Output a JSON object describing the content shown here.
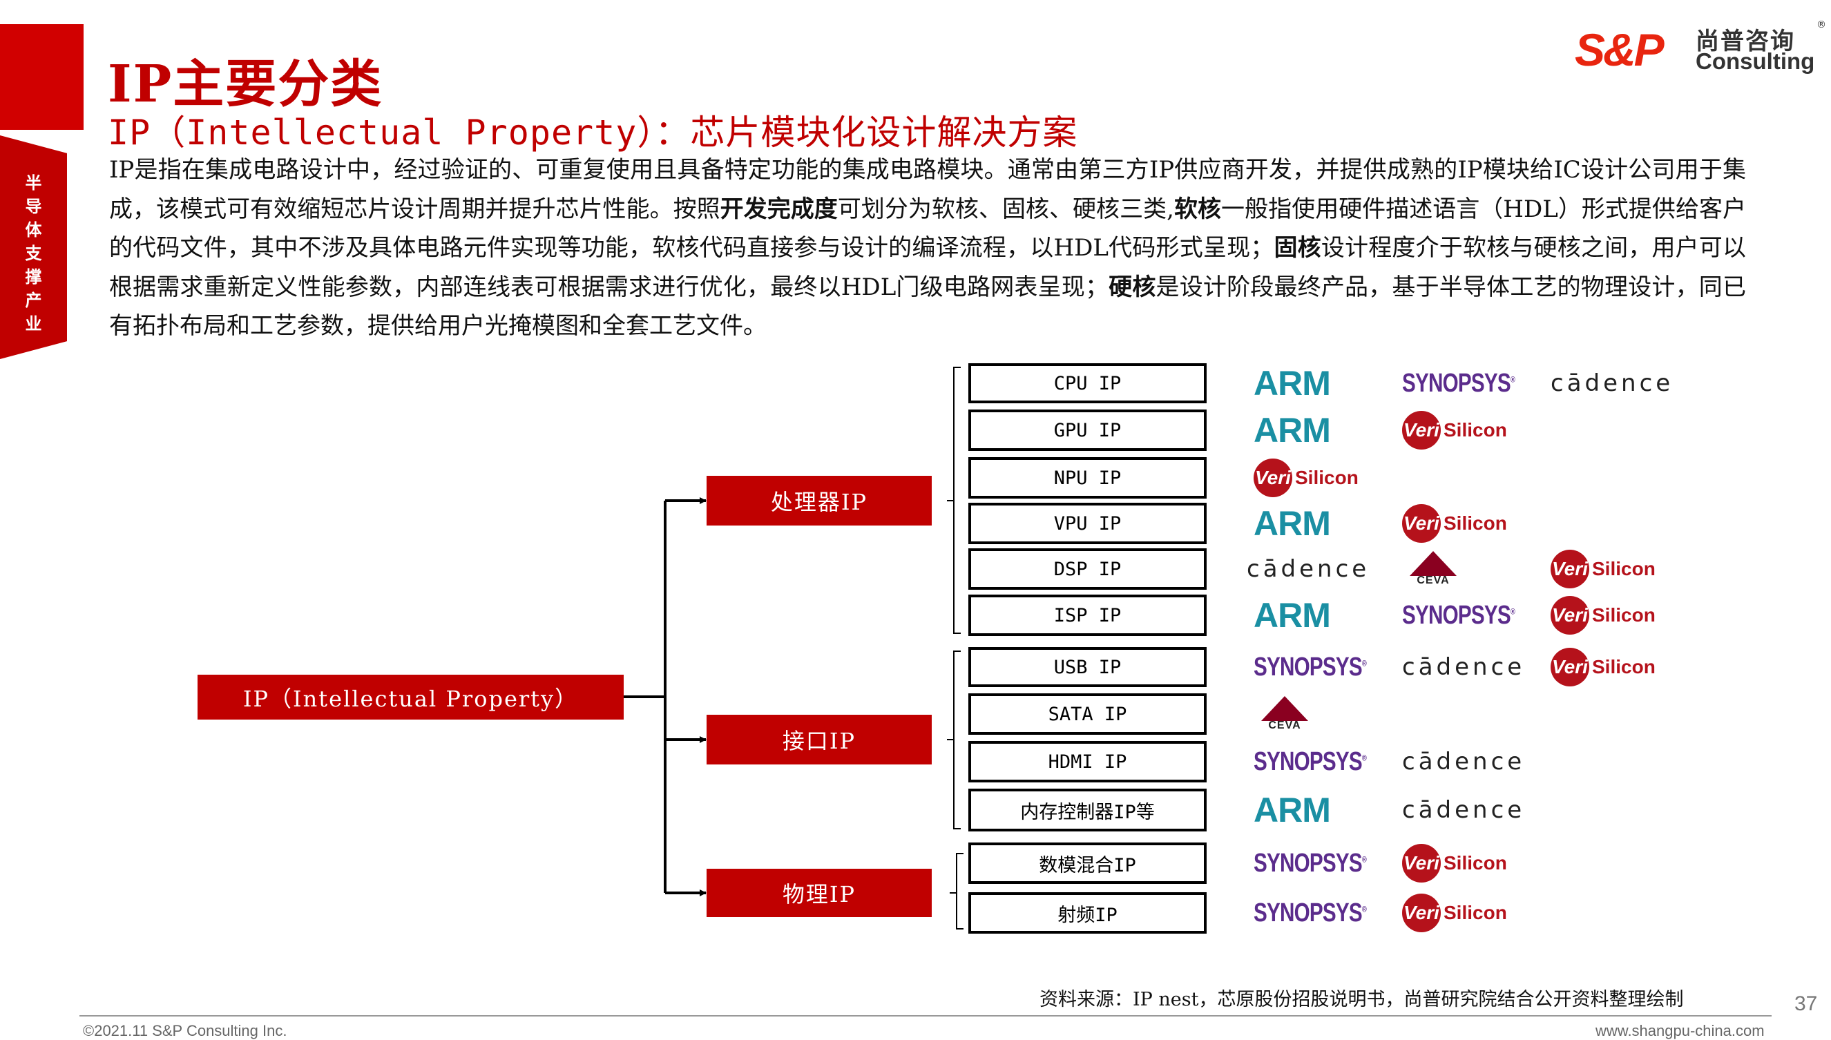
{
  "side_tab": {
    "label": "半导体支撑产业"
  },
  "header": {
    "title": "IP主要分类",
    "subtitle": "IP（Intellectual Property）：芯片模块化设计解决方案"
  },
  "logo": {
    "mark": "S&P",
    "cn": "尚普咨询",
    "en": "Consulting",
    "reg": "®"
  },
  "paragraph": [
    {
      "text": "IP是指在集成电路设计中，经过验证的、可重复使用且具备特定功能的集成电路模块。通常由第三方IP供应商开发，并提供成熟的IP模块给IC设计公司用于集成，该模式可有效缩短芯片设计周期并提升芯片性能。按照",
      "bold": false
    },
    {
      "text": "开发完成度",
      "bold": true
    },
    {
      "text": "可划分为软核、固核、硬核三类,",
      "bold": false
    },
    {
      "text": "软核",
      "bold": true
    },
    {
      "text": "一般指使用硬件描述语言（HDL）形式提供给客户的代码文件，其中不涉及具体电路元件实现等功能，软核代码直接参与设计的编译流程，以HDL代码形式呈现；",
      "bold": false
    },
    {
      "text": "固核",
      "bold": true
    },
    {
      "text": "设计程度介于软核与硬核之间，用户可以根据需求重新定义性能参数，内部连线表可根据需求进行优化，最终以HDL门级电路网表呈现；",
      "bold": false
    },
    {
      "text": "硬核",
      "bold": true
    },
    {
      "text": "是设计阶段最终产品，基于半导体工艺的物理设计，同已有拓扑布局和工艺参数，提供给用户光掩模图和全套工艺文件。",
      "bold": false
    }
  ],
  "diagram": {
    "root": "IP（Intellectual Property）",
    "categories": [
      {
        "label": "处理器IP",
        "items": [
          {
            "label": "CPU IP",
            "vendors": [
              "ARM",
              "SYNOPSYS",
              "cadence"
            ]
          },
          {
            "label": "GPU IP",
            "vendors": [
              "ARM",
              "VeriSilicon"
            ]
          },
          {
            "label": "NPU IP",
            "vendors": [
              "VeriSilicon"
            ]
          },
          {
            "label": "VPU IP",
            "vendors": [
              "ARM",
              "VeriSilicon"
            ]
          },
          {
            "label": "DSP IP",
            "vendors": [
              "cadence",
              "CEVA",
              "VeriSilicon"
            ]
          },
          {
            "label": "ISP IP",
            "vendors": [
              "ARM",
              "SYNOPSYS",
              "VeriSilicon"
            ]
          }
        ]
      },
      {
        "label": "接口IP",
        "items": [
          {
            "label": "USB IP",
            "vendors": [
              "SYNOPSYS",
              "cadence",
              "VeriSilicon"
            ]
          },
          {
            "label": "SATA IP",
            "vendors": [
              "CEVA"
            ]
          },
          {
            "label": "HDMI IP",
            "vendors": [
              "SYNOPSYS",
              "cadence"
            ]
          },
          {
            "label": "内存控制器IP等",
            "vendors": [
              "ARM",
              "cadence"
            ]
          }
        ]
      },
      {
        "label": "物理IP",
        "items": [
          {
            "label": "数模混合IP",
            "vendors": [
              "SYNOPSYS",
              "VeriSilicon"
            ]
          },
          {
            "label": "射频IP",
            "vendors": [
              "SYNOPSYS",
              "VeriSilicon"
            ]
          }
        ]
      }
    ]
  },
  "vendor_logos": {
    "ARM": {
      "text": "ARM",
      "color": "#1a8fa3"
    },
    "SYNOPSYS": {
      "text": "SYNOPSYS",
      "color": "#5b2c8c"
    },
    "cadence": {
      "text": "cādence",
      "color": "#222222"
    },
    "VeriSilicon": {
      "circle": "Veri",
      "text": "Silicon",
      "color": "#b5121b"
    },
    "CEVA": {
      "text": "CEVA",
      "color": "#8a0020"
    }
  },
  "footer": {
    "source": "资料来源：IP nest，芯原股份招股说明书，尚普研究院结合公开资料整理绘制",
    "page": "37",
    "copyright": "©2021.11  S&P Consulting Inc.",
    "website": "www.shangpu-china.com"
  },
  "colors": {
    "brand_red": "#c00000",
    "logo_red": "#e8250f"
  }
}
